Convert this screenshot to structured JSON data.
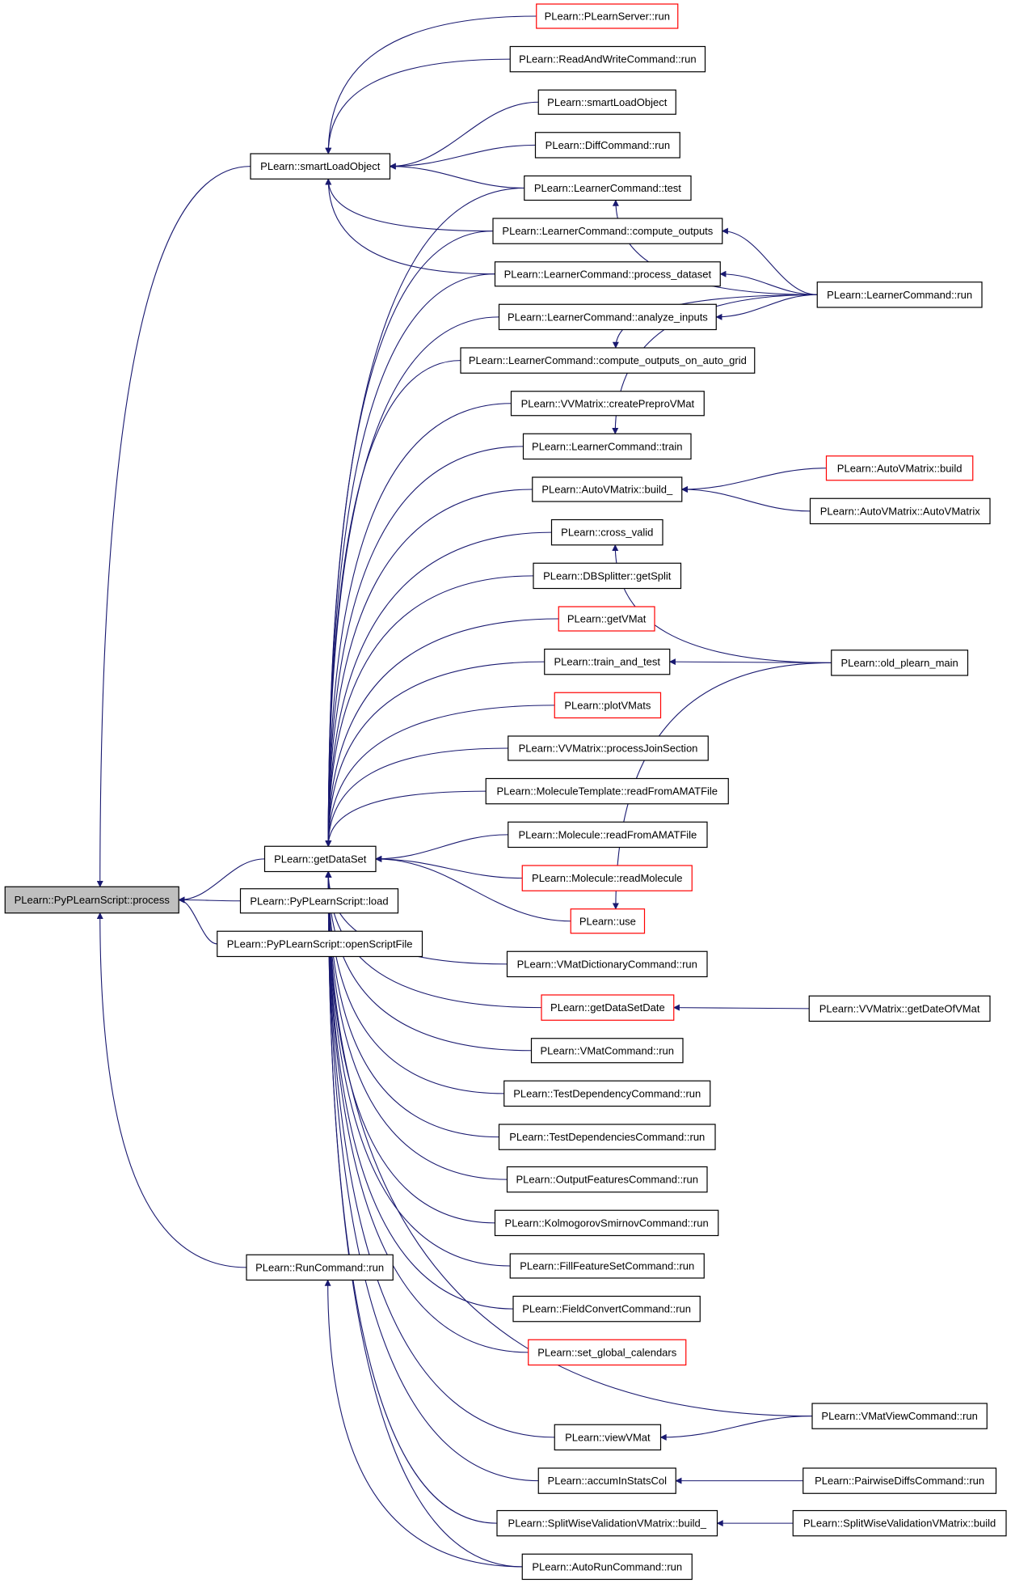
{
  "colors": {
    "edge": "#191970",
    "node_border": "#000000",
    "node_border_truncated": "#ff0000",
    "focus_fill": "#bfbfbf",
    "background": "#ffffff"
  },
  "nodes": [
    {
      "id": "process",
      "label": "PLearn::PyPLearnScript::process",
      "style": "focus"
    },
    {
      "id": "smartLoadObject",
      "label": "PLearn::smartLoadObject",
      "style": "normal"
    },
    {
      "id": "getDataSet",
      "label": "PLearn::getDataSet",
      "style": "normal"
    },
    {
      "id": "pyload",
      "label": "PLearn::PyPLearnScript::load",
      "style": "normal"
    },
    {
      "id": "openScriptFile",
      "label": "PLearn::PyPLearnScript::openScriptFile",
      "style": "normal"
    },
    {
      "id": "runCommandRun",
      "label": "PLearn::RunCommand::run",
      "style": "normal"
    },
    {
      "id": "plearnServerRun",
      "label": "PLearn::PLearnServer::run",
      "style": "red"
    },
    {
      "id": "readAndWriteRun",
      "label": "PLearn::ReadAndWriteCommand::run",
      "style": "normal"
    },
    {
      "id": "smartLoadObject2",
      "label": "PLearn::smartLoadObject",
      "style": "normal"
    },
    {
      "id": "diffRun",
      "label": "PLearn::DiffCommand::run",
      "style": "normal"
    },
    {
      "id": "lcTest",
      "label": "PLearn::LearnerCommand::test",
      "style": "normal"
    },
    {
      "id": "lcComputeOutputs",
      "label": "PLearn::LearnerCommand::compute_outputs",
      "style": "normal"
    },
    {
      "id": "lcProcessDataset",
      "label": "PLearn::LearnerCommand::process_dataset",
      "style": "normal"
    },
    {
      "id": "lcAnalyzeInputs",
      "label": "PLearn::LearnerCommand::analyze_inputs",
      "style": "normal"
    },
    {
      "id": "lcComputeOutputsGrid",
      "label": "PLearn::LearnerCommand::compute_outputs_on_auto_grid",
      "style": "normal"
    },
    {
      "id": "vvCreatePrepro",
      "label": "PLearn::VVMatrix::createPreproVMat",
      "style": "normal"
    },
    {
      "id": "lcTrain",
      "label": "PLearn::LearnerCommand::train",
      "style": "normal"
    },
    {
      "id": "autoBuild_",
      "label": "PLearn::AutoVMatrix::build_",
      "style": "normal"
    },
    {
      "id": "crossValid",
      "label": "PLearn::cross_valid",
      "style": "normal"
    },
    {
      "id": "dbGetSplit",
      "label": "PLearn::DBSplitter::getSplit",
      "style": "normal"
    },
    {
      "id": "getVMat",
      "label": "PLearn::getVMat",
      "style": "red"
    },
    {
      "id": "trainAndTest",
      "label": "PLearn::train_and_test",
      "style": "normal"
    },
    {
      "id": "plotVMats",
      "label": "PLearn::plotVMats",
      "style": "red"
    },
    {
      "id": "vvProcessJoin",
      "label": "PLearn::VVMatrix::processJoinSection",
      "style": "normal"
    },
    {
      "id": "molTplRead",
      "label": "PLearn::MoleculeTemplate::readFromAMATFile",
      "style": "normal"
    },
    {
      "id": "molRead",
      "label": "PLearn::Molecule::readFromAMATFile",
      "style": "normal"
    },
    {
      "id": "molReadMolecule",
      "label": "PLearn::Molecule::readMolecule",
      "style": "red"
    },
    {
      "id": "use",
      "label": "PLearn::use",
      "style": "red"
    },
    {
      "id": "vmatDictRun",
      "label": "PLearn::VMatDictionaryCommand::run",
      "style": "normal"
    },
    {
      "id": "getDataSetDate",
      "label": "PLearn::getDataSetDate",
      "style": "red"
    },
    {
      "id": "vmatCmdRun",
      "label": "PLearn::VMatCommand::run",
      "style": "normal"
    },
    {
      "id": "testDepRun",
      "label": "PLearn::TestDependencyCommand::run",
      "style": "normal"
    },
    {
      "id": "testDepsRun",
      "label": "PLearn::TestDependenciesCommand::run",
      "style": "normal"
    },
    {
      "id": "outFeatRun",
      "label": "PLearn::OutputFeaturesCommand::run",
      "style": "normal"
    },
    {
      "id": "ksRun",
      "label": "PLearn::KolmogorovSmirnovCommand::run",
      "style": "normal"
    },
    {
      "id": "fillFeatRun",
      "label": "PLearn::FillFeatureSetCommand::run",
      "style": "normal"
    },
    {
      "id": "fieldConvRun",
      "label": "PLearn::FieldConvertCommand::run",
      "style": "normal"
    },
    {
      "id": "setGlobalCal",
      "label": "PLearn::set_global_calendars",
      "style": "red"
    },
    {
      "id": "viewVMat",
      "label": "PLearn::viewVMat",
      "style": "normal"
    },
    {
      "id": "accumStats",
      "label": "PLearn::accumInStatsCol",
      "style": "normal"
    },
    {
      "id": "swvBuild_",
      "label": "PLearn::SplitWiseValidationVMatrix::build_",
      "style": "normal"
    },
    {
      "id": "autoRunRun",
      "label": "PLearn::AutoRunCommand::run",
      "style": "normal"
    },
    {
      "id": "lcRun",
      "label": "PLearn::LearnerCommand::run",
      "style": "normal"
    },
    {
      "id": "autoBuild",
      "label": "PLearn::AutoVMatrix::build",
      "style": "red"
    },
    {
      "id": "autoCtor",
      "label": "PLearn::AutoVMatrix::AutoVMatrix",
      "style": "normal"
    },
    {
      "id": "oldMain",
      "label": "PLearn::old_plearn_main",
      "style": "normal"
    },
    {
      "id": "vvGetDate",
      "label": "PLearn::VVMatrix::getDateOfVMat",
      "style": "normal"
    },
    {
      "id": "vmatViewRun",
      "label": "PLearn::VMatViewCommand::run",
      "style": "normal"
    },
    {
      "id": "pairwiseRun",
      "label": "PLearn::PairwiseDiffsCommand::run",
      "style": "normal"
    },
    {
      "id": "swvBuild",
      "label": "PLearn::SplitWiseValidationVMatrix::build",
      "style": "normal"
    }
  ],
  "edges": [
    [
      "smartLoadObject",
      "process"
    ],
    [
      "getDataSet",
      "process"
    ],
    [
      "pyload",
      "process"
    ],
    [
      "openScriptFile",
      "process"
    ],
    [
      "runCommandRun",
      "process"
    ],
    [
      "plearnServerRun",
      "smartLoadObject"
    ],
    [
      "readAndWriteRun",
      "smartLoadObject"
    ],
    [
      "smartLoadObject2",
      "smartLoadObject"
    ],
    [
      "diffRun",
      "smartLoadObject"
    ],
    [
      "lcTest",
      "smartLoadObject"
    ],
    [
      "lcComputeOutputs",
      "smartLoadObject"
    ],
    [
      "lcProcessDataset",
      "smartLoadObject"
    ],
    [
      "lcTest",
      "getDataSet"
    ],
    [
      "lcComputeOutputs",
      "getDataSet"
    ],
    [
      "lcProcessDataset",
      "getDataSet"
    ],
    [
      "lcAnalyzeInputs",
      "getDataSet"
    ],
    [
      "lcComputeOutputsGrid",
      "getDataSet"
    ],
    [
      "vvCreatePrepro",
      "getDataSet"
    ],
    [
      "lcTrain",
      "getDataSet"
    ],
    [
      "autoBuild_",
      "getDataSet"
    ],
    [
      "crossValid",
      "getDataSet"
    ],
    [
      "dbGetSplit",
      "getDataSet"
    ],
    [
      "getVMat",
      "getDataSet"
    ],
    [
      "trainAndTest",
      "getDataSet"
    ],
    [
      "plotVMats",
      "getDataSet"
    ],
    [
      "vvProcessJoin",
      "getDataSet"
    ],
    [
      "molTplRead",
      "getDataSet"
    ],
    [
      "molRead",
      "getDataSet"
    ],
    [
      "molReadMolecule",
      "getDataSet"
    ],
    [
      "use",
      "getDataSet"
    ],
    [
      "vmatDictRun",
      "getDataSet"
    ],
    [
      "getDataSetDate",
      "getDataSet"
    ],
    [
      "vmatCmdRun",
      "getDataSet"
    ],
    [
      "testDepRun",
      "getDataSet"
    ],
    [
      "testDepsRun",
      "getDataSet"
    ],
    [
      "outFeatRun",
      "getDataSet"
    ],
    [
      "ksRun",
      "getDataSet"
    ],
    [
      "fillFeatRun",
      "getDataSet"
    ],
    [
      "fieldConvRun",
      "getDataSet"
    ],
    [
      "setGlobalCal",
      "getDataSet"
    ],
    [
      "vmatViewRun",
      "getDataSet"
    ],
    [
      "viewVMat",
      "getDataSet"
    ],
    [
      "accumStats",
      "getDataSet"
    ],
    [
      "swvBuild_",
      "getDataSet"
    ],
    [
      "autoRunRun",
      "getDataSet"
    ],
    [
      "autoRunRun",
      "runCommandRun"
    ],
    [
      "lcRun",
      "lcTest"
    ],
    [
      "lcRun",
      "lcComputeOutputs"
    ],
    [
      "lcRun",
      "lcProcessDataset"
    ],
    [
      "lcRun",
      "lcAnalyzeInputs"
    ],
    [
      "lcRun",
      "lcComputeOutputsGrid"
    ],
    [
      "lcRun",
      "lcTrain"
    ],
    [
      "autoBuild",
      "autoBuild_"
    ],
    [
      "autoCtor",
      "autoBuild_"
    ],
    [
      "oldMain",
      "crossValid"
    ],
    [
      "oldMain",
      "trainAndTest"
    ],
    [
      "oldMain",
      "use"
    ],
    [
      "vvGetDate",
      "getDataSetDate"
    ],
    [
      "vmatViewRun",
      "viewVMat"
    ],
    [
      "pairwiseRun",
      "accumStats"
    ],
    [
      "swvBuild",
      "swvBuild_"
    ]
  ]
}
